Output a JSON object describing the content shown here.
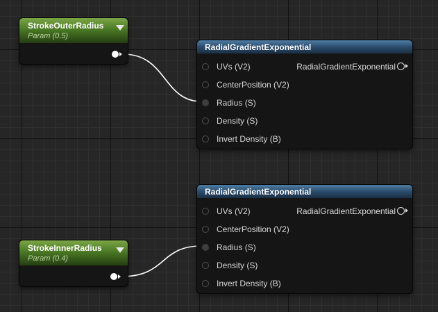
{
  "param_nodes": [
    {
      "title": "StrokeOuterRadius",
      "subtitle": "Param (0.5)"
    },
    {
      "title": "StrokeInnerRadius",
      "subtitle": "Param (0.4)"
    }
  ],
  "function_nodes": [
    {
      "title": "RadialGradientExponential",
      "inputs": [
        "UVs (V2)",
        "CenterPosition (V2)",
        "Radius (S)",
        "Density (S)",
        "Invert Density (B)"
      ],
      "output": "RadialGradientExponential"
    },
    {
      "title": "RadialGradientExponential",
      "inputs": [
        "UVs (V2)",
        "CenterPosition (V2)",
        "Radius (S)",
        "Density (S)",
        "Invert Density (B)"
      ],
      "output": "RadialGradientExponential"
    }
  ],
  "colors": {
    "canvas": "#262626",
    "param_header": "#5c8a2e",
    "function_header": "#3a6184",
    "wire": "#ffffff"
  }
}
